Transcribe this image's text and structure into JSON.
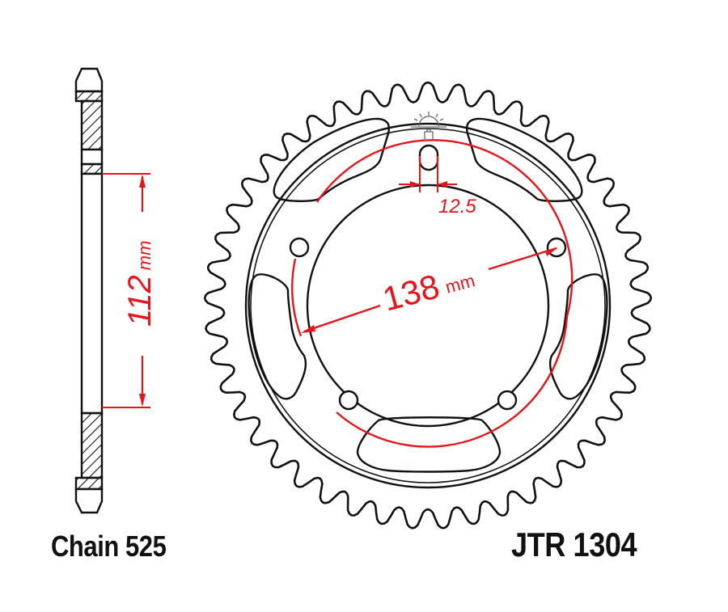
{
  "diagram": {
    "title": "Rear sprocket technical drawing",
    "part_number": "JTR 1304",
    "chain_label": "Chain 525",
    "colors": {
      "outline": "#111111",
      "dimension": "#e8141b",
      "background": "#ffffff"
    },
    "side_view": {
      "dimension_value": "112",
      "dimension_unit": "mm"
    },
    "front_view": {
      "teeth_count": 45,
      "bolt_holes": 5,
      "pcd_value": "138",
      "pcd_unit": "mm",
      "bolt_hole_dimension": "12.5"
    }
  }
}
